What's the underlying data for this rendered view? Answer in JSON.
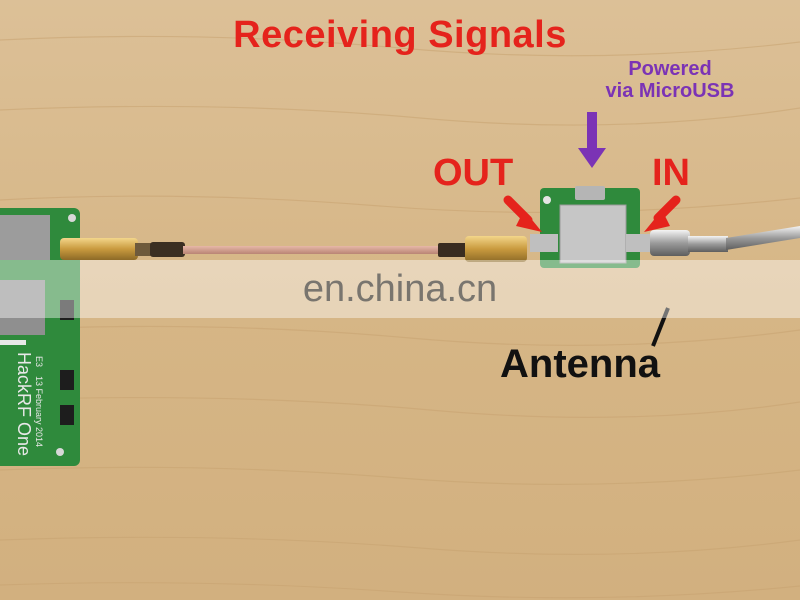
{
  "labels": {
    "title": "Receiving Signals",
    "powered_line1": "Powered",
    "powered_line2": "via MicroUSB",
    "out": "OUT",
    "in": "IN",
    "antenna": "Antenna"
  },
  "watermark": "en.china.cn",
  "board_text": {
    "line1": "HackRF One",
    "line2": "13 February 2014",
    "rev": "E3"
  },
  "colors": {
    "red_label": "#e5231c",
    "purple_label": "#7b33b5",
    "wood": "#d9b98a",
    "pcb_green": "#2f8a3c"
  }
}
